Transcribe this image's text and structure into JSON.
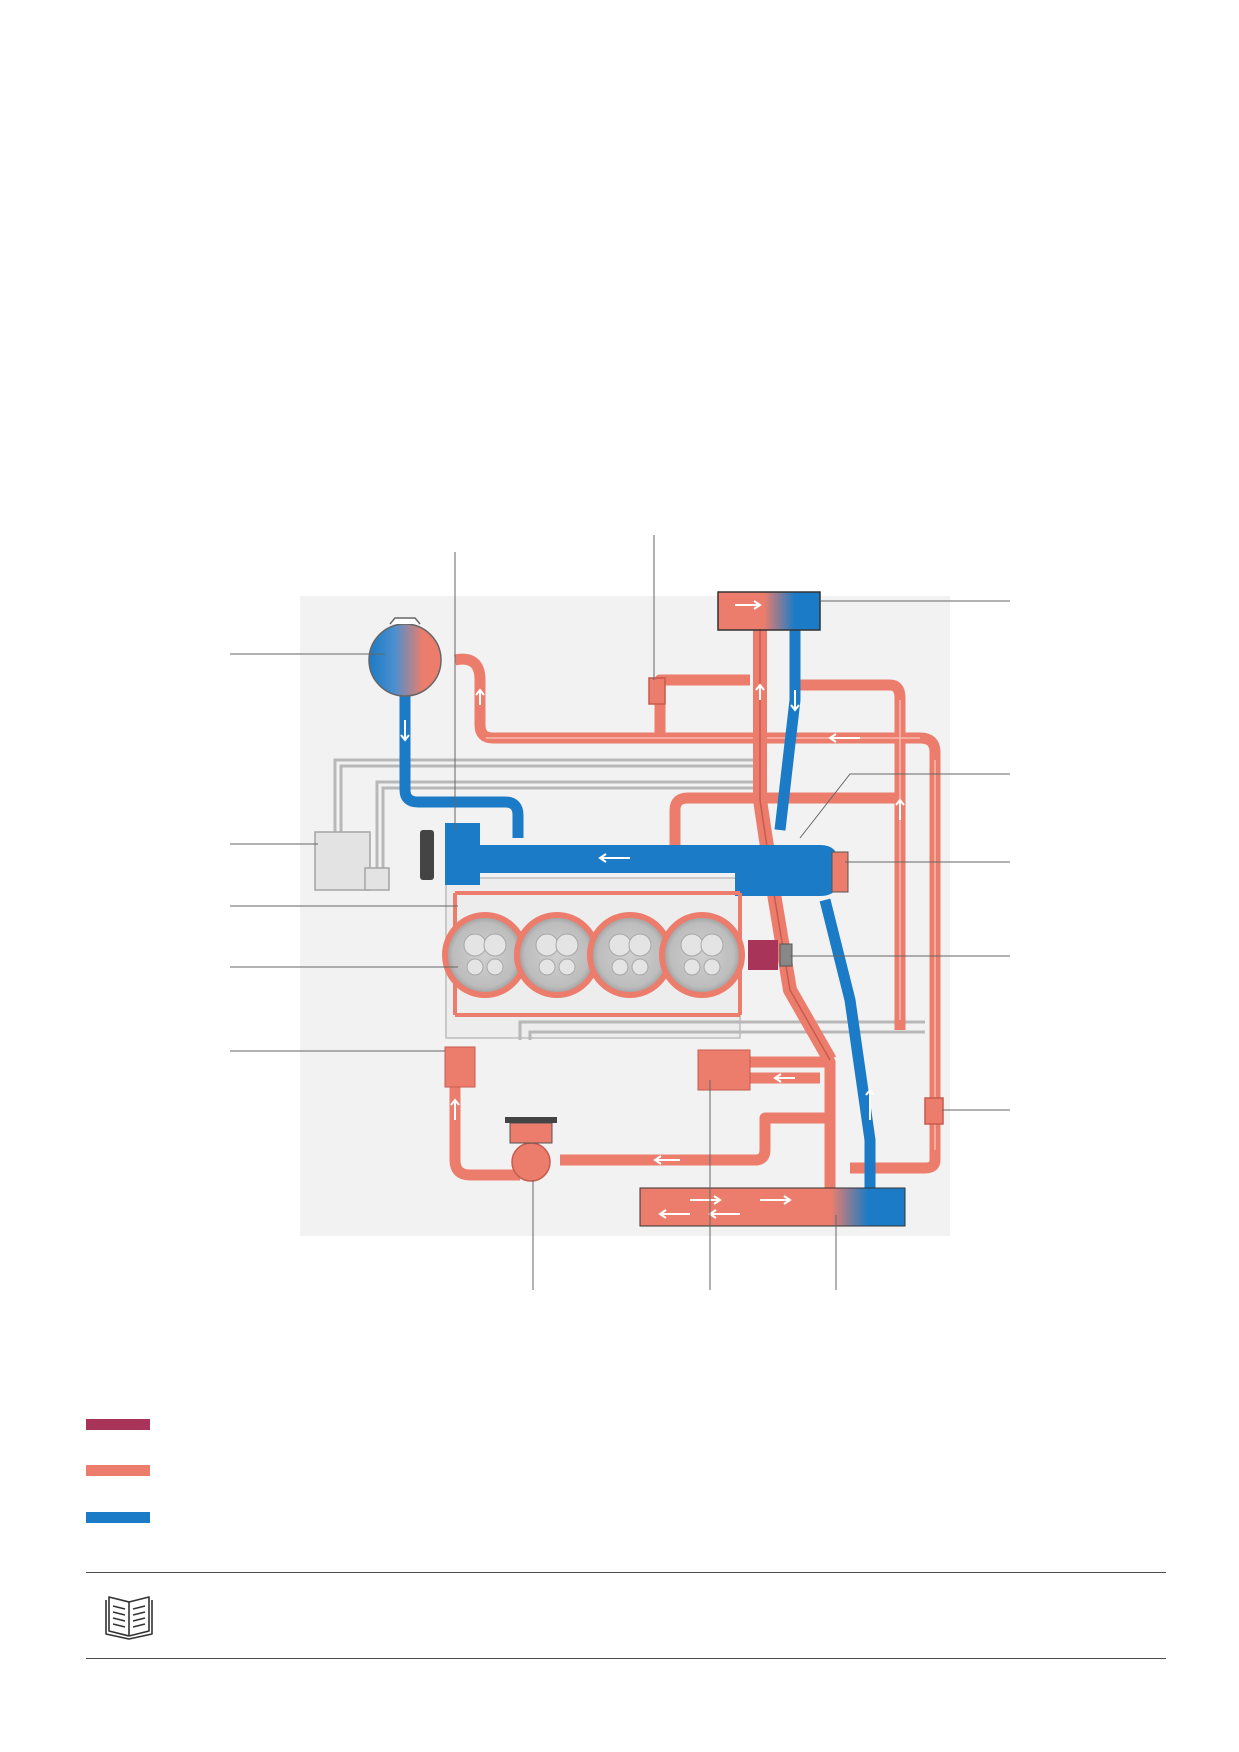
{
  "colors": {
    "very_hot": "#a8345a",
    "hot": "#ec7d6c",
    "cold": "#1b7bc6",
    "block_bg": "#ededed",
    "background_panel": "#f2f2f2",
    "leader_line": "#666666"
  },
  "legend": [
    {
      "color_key": "very_hot",
      "label": ""
    },
    {
      "color_key": "hot",
      "label": ""
    },
    {
      "color_key": "cold",
      "label": ""
    }
  ],
  "icons": {
    "note": "open-book-icon"
  }
}
